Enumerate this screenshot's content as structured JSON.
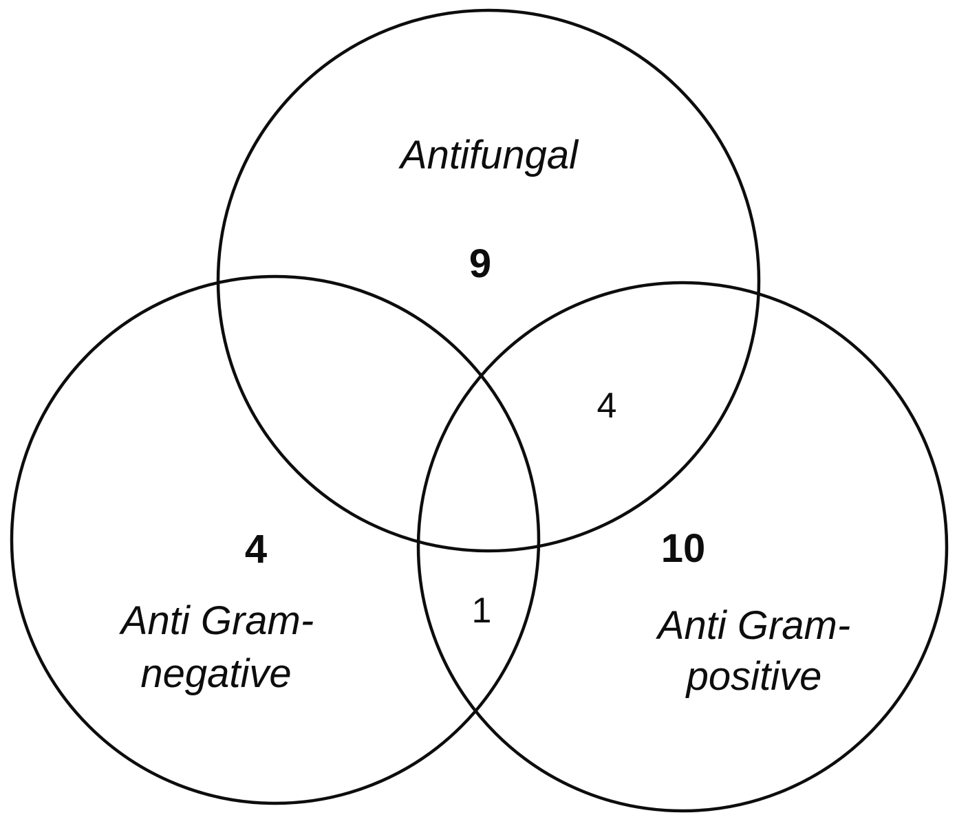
{
  "diagram": {
    "type": "venn",
    "background": "#ffffff",
    "stroke_color": "#0d0d0d",
    "text_color": "#0d0d0d",
    "sets": [
      {
        "id": "antifungal",
        "label": "Antifungal",
        "exclusive_count": "9"
      },
      {
        "id": "anti-gram-negative",
        "label_line1": "Anti Gram-",
        "label_line2": "negative",
        "exclusive_count": "4"
      },
      {
        "id": "anti-gram-positive",
        "label_line1": "Anti Gram-",
        "label_line2": "positive",
        "exclusive_count": "10"
      }
    ],
    "overlaps": [
      {
        "between": "Antifungal & Anti Gram-positive",
        "count": "4"
      },
      {
        "between": "Anti Gram-negative & Anti Gram-positive",
        "count": "1"
      }
    ]
  }
}
